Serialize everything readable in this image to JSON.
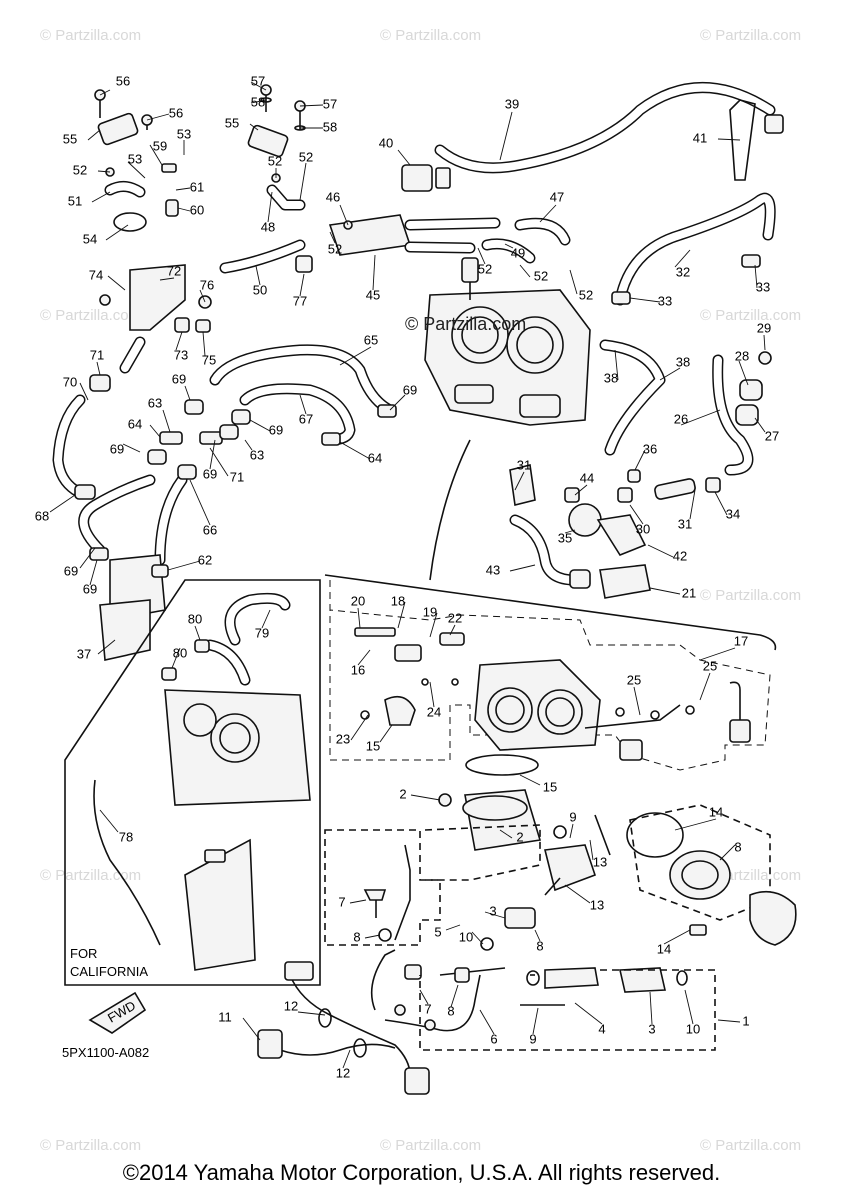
{
  "diagram": {
    "code": "5PX1100-A082",
    "california_note": [
      "FOR",
      "CALIFORNIA"
    ],
    "fwd_label": "FWD",
    "watermark": "© Partzilla.com",
    "center_watermark": "© Partzilla.com",
    "copyright": "©2014 Yamaha Motor Corporation, U.S.A. All rights reserved.",
    "callouts": [
      "56",
      "57",
      "58",
      "57",
      "58",
      "56",
      "55",
      "55",
      "53",
      "59",
      "53",
      "52",
      "52",
      "61",
      "51",
      "60",
      "54",
      "48",
      "52",
      "72",
      "74",
      "76",
      "73",
      "75",
      "50",
      "77",
      "52",
      "46",
      "45",
      "39",
      "40",
      "41",
      "47",
      "49",
      "52",
      "52",
      "52",
      "32",
      "33",
      "33",
      "29",
      "28",
      "27",
      "26",
      "65",
      "71",
      "70",
      "69",
      "67",
      "69",
      "63",
      "64",
      "63",
      "69",
      "69",
      "64",
      "69",
      "71",
      "68",
      "66",
      "69",
      "69",
      "62",
      "37",
      "38",
      "38",
      "36",
      "44",
      "31",
      "30",
      "31",
      "34",
      "35",
      "42",
      "43",
      "21",
      "20",
      "18",
      "19",
      "22",
      "16",
      "17",
      "25",
      "25",
      "24",
      "23",
      "15",
      "15",
      "14",
      "2",
      "2",
      "8",
      "9",
      "13",
      "5",
      "13",
      "14",
      "3",
      "7",
      "8",
      "10",
      "8",
      "11",
      "12",
      "7",
      "8",
      "6",
      "4",
      "3",
      "10",
      "1",
      "9",
      "12",
      "80",
      "79",
      "80",
      "78"
    ]
  }
}
